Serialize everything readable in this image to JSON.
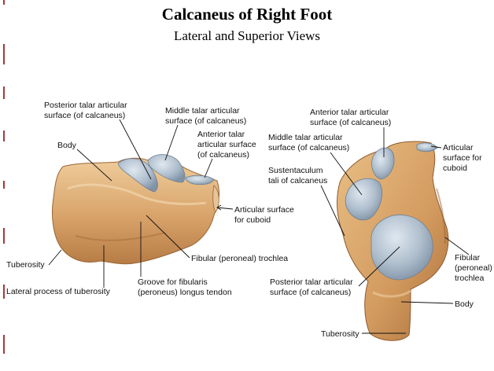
{
  "header": {
    "title": "Calcaneus of Right Foot",
    "subtitle": "Lateral and Superior Views"
  },
  "colors": {
    "bone": "#d9a46b",
    "bone_shadow": "#b77c45",
    "bone_light": "#f0cf9e",
    "cartilage": "#aebdcc",
    "rule": "#a33a3a"
  },
  "lateral_view": {
    "labels": {
      "posterior_talar_l1": "Posterior talar articular",
      "posterior_talar_l2": "surface (of calcaneus)",
      "middle_talar_l1": "Middle talar articular",
      "middle_talar_l2": "surface (of calcaneus)",
      "anterior_talar_l1": "Anterior talar",
      "anterior_talar_l2": "articular surface",
      "anterior_talar_l3": "(of calcaneus)",
      "body": "Body",
      "cuboid_l1": "Articular surface",
      "cuboid_l2": "for cuboid",
      "tuberosity": "Tuberosity",
      "fibular_trochlea": "Fibular (peroneal) trochlea",
      "groove_l1": "Groove for fibularis",
      "groove_l2": "(peroneus) longus tendon",
      "lateral_process": "Lateral process of tuberosity"
    }
  },
  "superior_view": {
    "labels": {
      "anterior_talar_l1": "Anterior talar articular",
      "anterior_talar_l2": "surface (of calcaneus)",
      "middle_talar_l1": "Middle talar articular",
      "middle_talar_l2": "surface (of calcaneus)",
      "sustentaculum_l1": "Sustentaculum",
      "sustentaculum_l2": "tali of calcaneus",
      "cuboid_l1": "Articular",
      "cuboid_l2": "surface for",
      "cuboid_l3": "cuboid",
      "fibular_l1": "Fibular",
      "fibular_l2": "(peroneal)",
      "fibular_l3": "trochlea",
      "posterior_talar_l1": "Posterior talar articular",
      "posterior_talar_l2": "surface (of calcaneus)",
      "body": "Body",
      "tuberosity": "Tuberosity"
    }
  }
}
